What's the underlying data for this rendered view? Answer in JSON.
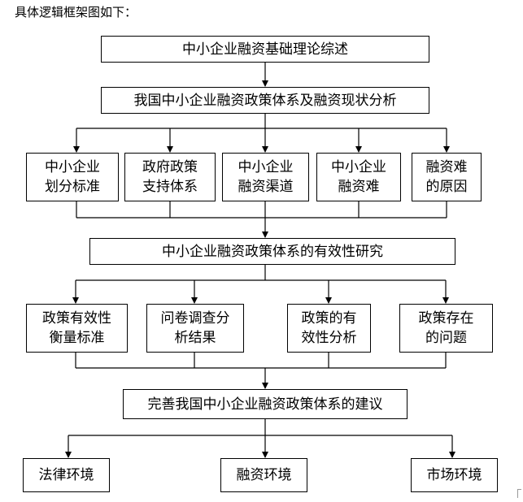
{
  "intro": "具体逻辑框架图如下：",
  "diagram": {
    "top": "中小企业融资基础理论综述",
    "status": "我国中小企业融资政策体系及融资现状分析",
    "level1": [
      "中小企业\n划分标准",
      "政府政策\n支持体系",
      "中小企业\n融资渠道",
      "中小企业\n融资难",
      "融资难\n的原因"
    ],
    "research": "中小企业融资政策体系的有效性研究",
    "level2": [
      "政策有效性\n衡量标准",
      "问卷调查分\n析结果",
      "政策的有\n效性分析",
      "政策存在\n的问题"
    ],
    "suggestions": "完善我国中小企业融资政策体系的建议",
    "level3": [
      "法律环境",
      "融资环境",
      "市场环境"
    ]
  }
}
